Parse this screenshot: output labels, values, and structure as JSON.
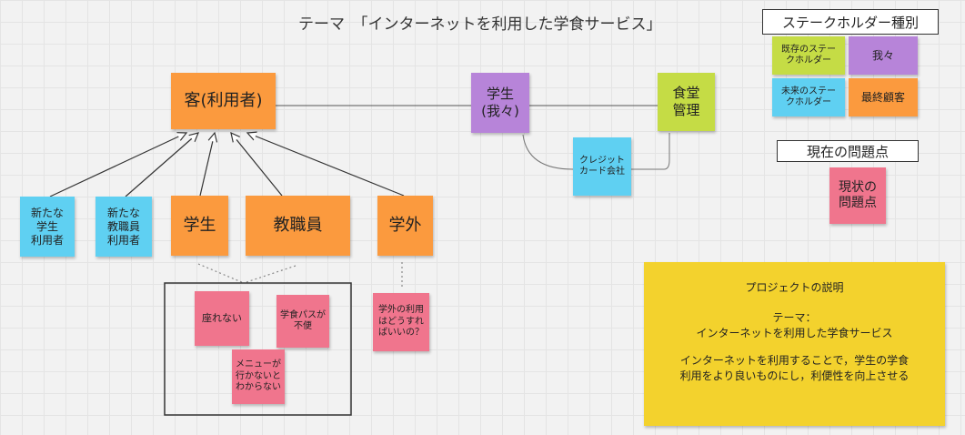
{
  "title": "テーマ　「インターネットを利用した学食サービス」",
  "legend": {
    "header": "ステークホルダー種別",
    "items": [
      {
        "label": "既存のステー\nクホルダー",
        "color": "#c5dc45"
      },
      {
        "label": "我々",
        "color": "#b784d9"
      },
      {
        "label": "未来のステー\nクホルダー",
        "color": "#5fd0f2"
      },
      {
        "label": "最終顧客",
        "color": "#fb9a3e"
      }
    ]
  },
  "problems": {
    "header": "現在の問題点",
    "note": "現状の\n問題点"
  },
  "nodes": {
    "customer": "客(利用者)",
    "us": "学生\n(我々)",
    "cafeteria": "食堂\n管理",
    "credit": "クレジット\nカード会社",
    "new_student": "新たな\n学生\n利用者",
    "new_staff": "新たな\n教職員\n利用者",
    "student": "学生",
    "staff": "教職員",
    "outsider": "学外"
  },
  "issues": {
    "no_seat": "座れない",
    "pass_inconvenient": "学食パスが\n不便",
    "menu_unknown": "メニューが\n行かないと\nわからない",
    "outsider_usage": "学外の利用\nはどうすれ\nばいいの？"
  },
  "project": {
    "heading": "プロジェクトの説明",
    "theme_label": "テーマ：",
    "theme": "インターネットを利用した学食サービス",
    "description": "インターネットを利用することで，学生の学食\n利用をより良いものにし，利便性を向上させる"
  },
  "colors": {
    "orange": "#fb9a3e",
    "purple": "#b784d9",
    "green": "#c5dc45",
    "blue": "#5fd0f2",
    "pink": "#f0758d",
    "yellow": "#f3d22d"
  }
}
